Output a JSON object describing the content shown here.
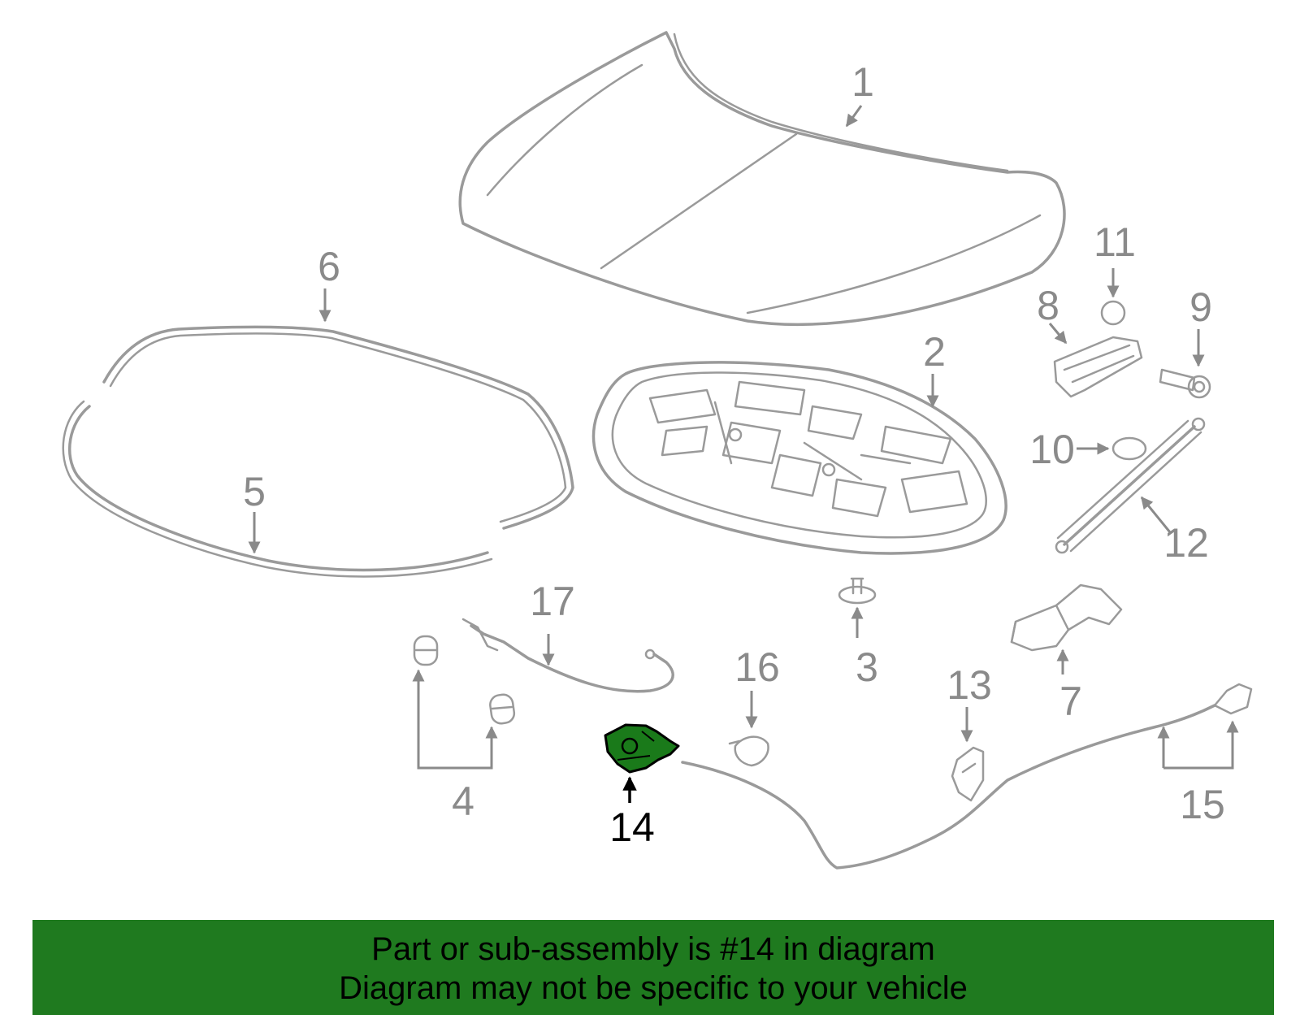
{
  "diagram": {
    "callouts": [
      {
        "id": "1",
        "label": "1"
      },
      {
        "id": "2",
        "label": "2"
      },
      {
        "id": "3",
        "label": "3"
      },
      {
        "id": "4",
        "label": "4"
      },
      {
        "id": "5",
        "label": "5"
      },
      {
        "id": "6",
        "label": "6"
      },
      {
        "id": "7",
        "label": "7"
      },
      {
        "id": "8",
        "label": "8"
      },
      {
        "id": "9",
        "label": "9"
      },
      {
        "id": "10",
        "label": "10"
      },
      {
        "id": "11",
        "label": "11"
      },
      {
        "id": "12",
        "label": "12"
      },
      {
        "id": "13",
        "label": "13"
      },
      {
        "id": "14",
        "label": "14"
      },
      {
        "id": "15",
        "label": "15"
      },
      {
        "id": "16",
        "label": "16"
      },
      {
        "id": "17",
        "label": "17"
      }
    ],
    "highlighted_part": "14"
  },
  "banner": {
    "line1": "Part or sub-assembly is #14 in diagram",
    "line2": "Diagram may not be specific to your vehicle"
  },
  "colors": {
    "part_outline": "#9a9a9a",
    "highlight_fill": "#1a7a1a",
    "banner_bg": "#1f7a1f",
    "text_dark": "#000000"
  }
}
